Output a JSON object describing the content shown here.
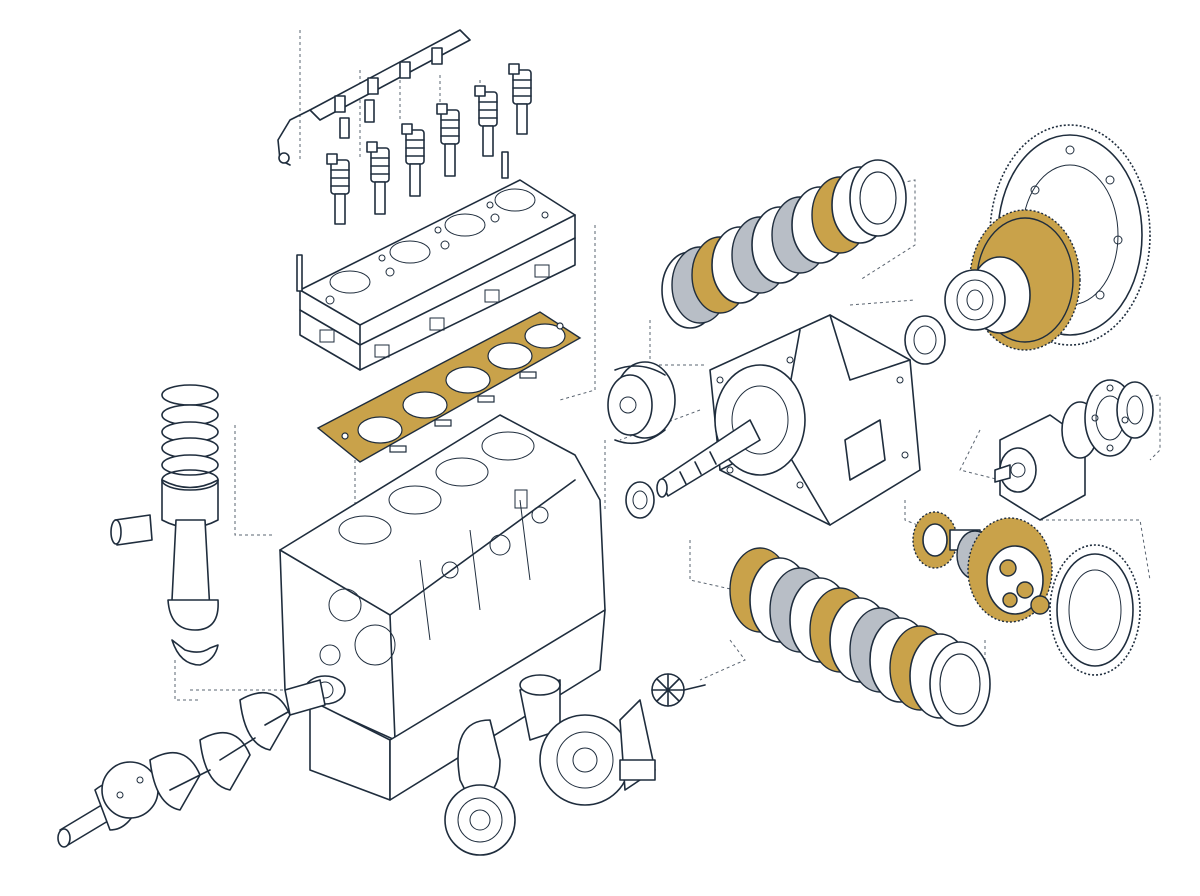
{
  "diagram": {
    "components": [
      {
        "id": "fuel-rail",
        "name": "fuel-rail"
      },
      {
        "id": "fuel-injectors",
        "name": "fuel-injectors"
      },
      {
        "id": "cylinder-head",
        "name": "cylinder-head"
      },
      {
        "id": "head-gasket",
        "name": "head-gasket"
      },
      {
        "id": "engine-block",
        "name": "engine-block"
      },
      {
        "id": "piston-connecting-rod",
        "name": "piston-connecting-rod"
      },
      {
        "id": "crankshaft",
        "name": "crankshaft"
      },
      {
        "id": "turbocharger",
        "name": "turbocharger"
      },
      {
        "id": "turbine-wheel",
        "name": "turbine-wheel"
      },
      {
        "id": "clutch-disc-stack-upper",
        "name": "clutch-disc-stack-upper"
      },
      {
        "id": "ring-gear-differential",
        "name": "ring-gear-differential"
      },
      {
        "id": "bearing",
        "name": "bearing"
      },
      {
        "id": "transmission-housing",
        "name": "transmission-housing"
      },
      {
        "id": "torque-converter-hub",
        "name": "torque-converter-hub"
      },
      {
        "id": "output-flange-assembly",
        "name": "output-flange-assembly"
      },
      {
        "id": "planetary-gearset",
        "name": "planetary-gearset"
      },
      {
        "id": "clutch-disc-stack-lower",
        "name": "clutch-disc-stack-lower"
      },
      {
        "id": "large-ring-gear",
        "name": "large-ring-gear"
      }
    ],
    "colors": {
      "line": "#1f2d3d",
      "bronze": "#c9a24a",
      "steel": "#b8bec6",
      "leader": "#5a6470",
      "fill": "#ffffff"
    }
  }
}
